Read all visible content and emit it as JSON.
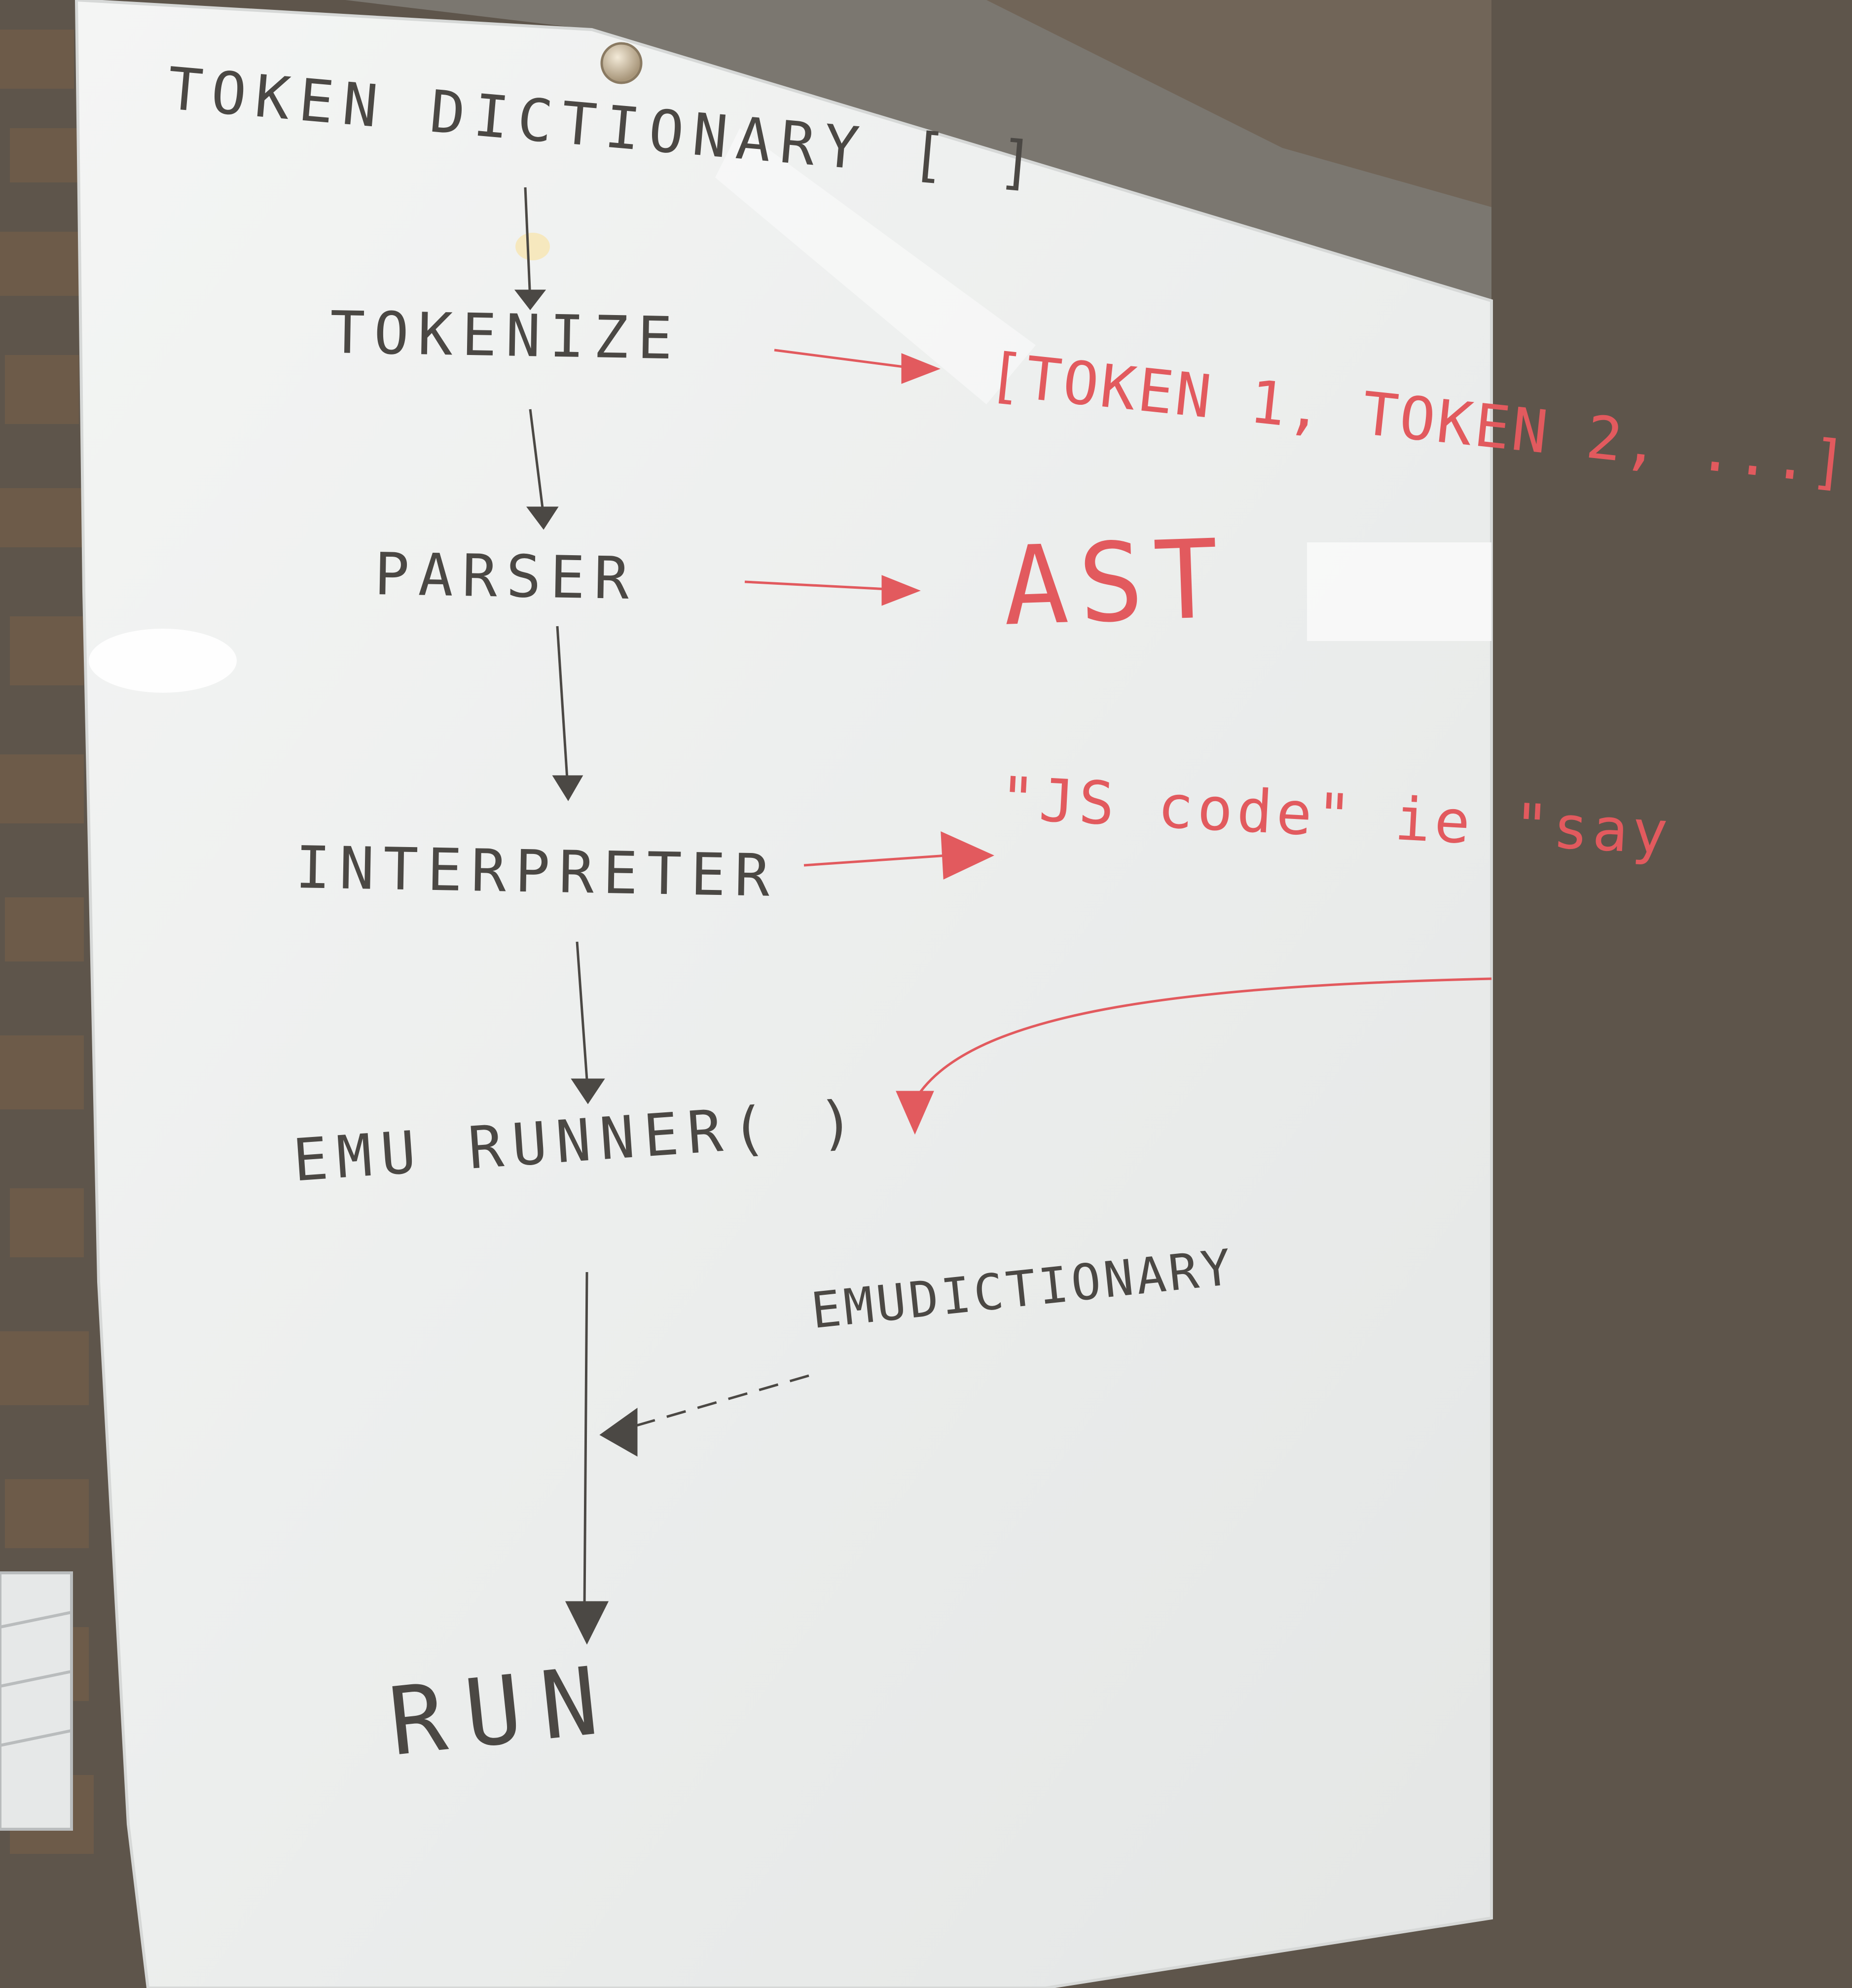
{
  "whiteboard": {
    "title": "TOKEN DICTIONARY [ ]",
    "steps": [
      {
        "label": "TOKENIZE",
        "output": "[TOKEN 1, TOKEN 2, ...]"
      },
      {
        "label": "PARSER",
        "output": "AST"
      },
      {
        "label": "INTERPRETER",
        "output": "\"JS code\" ie \"say"
      },
      {
        "label": "EMU RUNNER(   )",
        "output": ""
      },
      {
        "label": "RUN",
        "output": ""
      }
    ],
    "side_input": "EMUDICTIONARY"
  },
  "colors": {
    "board": "#eef0ef",
    "black_marker": "#4b4844",
    "red_marker": "#e25a5e",
    "brick_wall": "#5e554b",
    "concrete_wall": "#7b7770"
  },
  "icons": [
    "magnet-icon"
  ]
}
